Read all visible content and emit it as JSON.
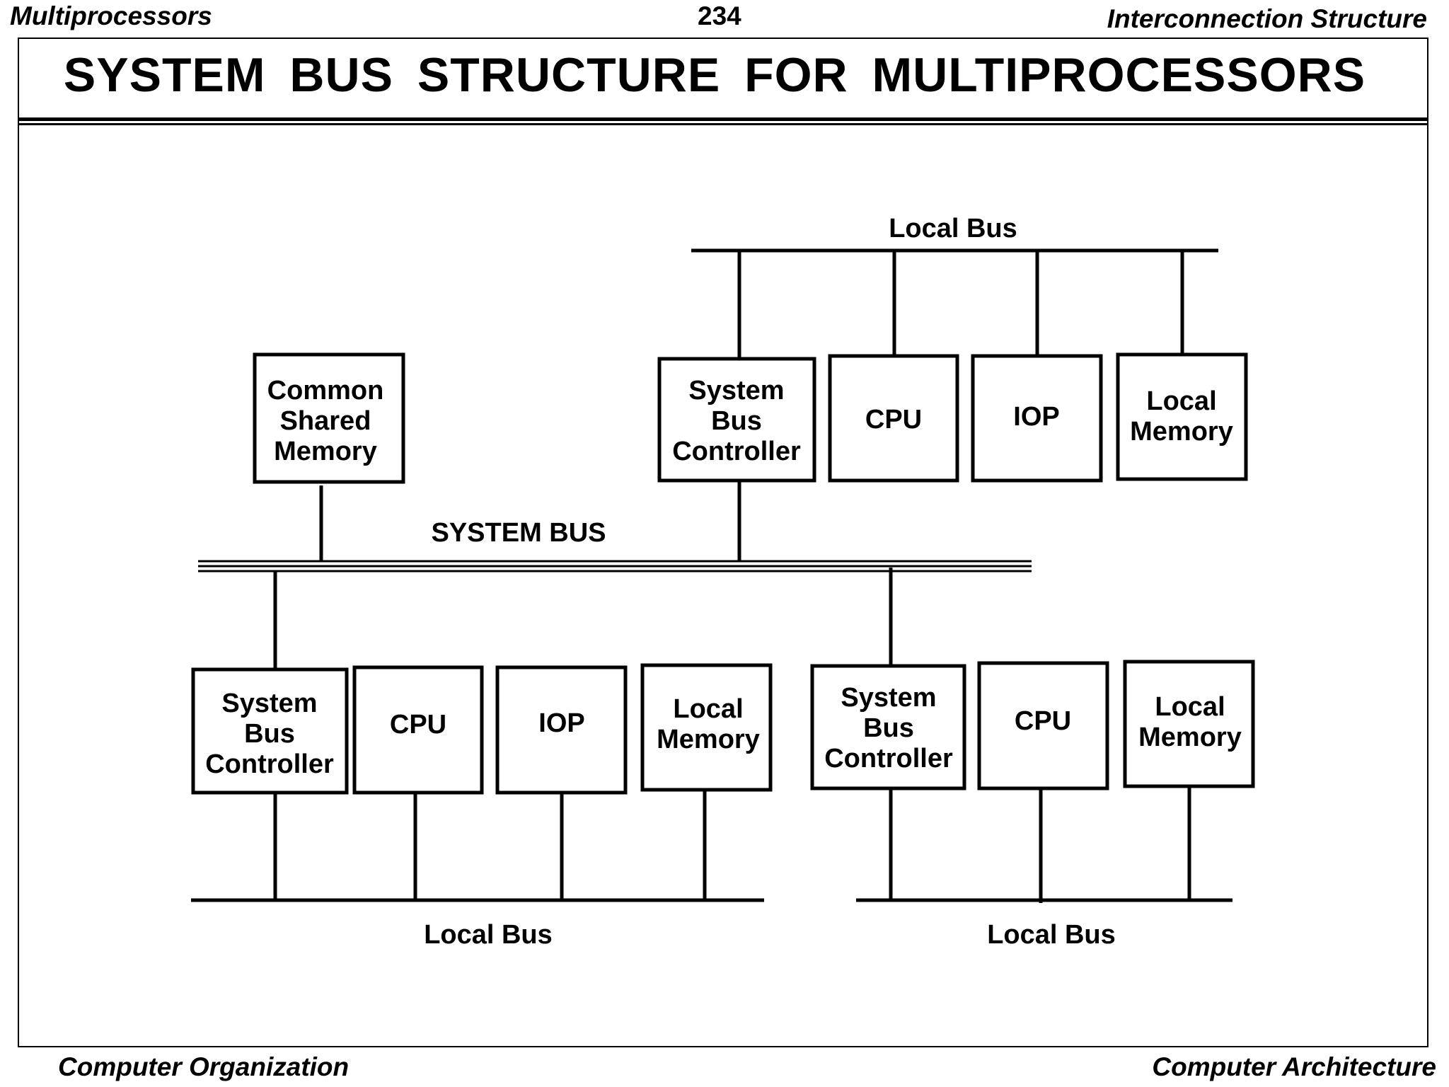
{
  "header": {
    "left": "Multiprocessors",
    "page_number": "234",
    "right": "Interconnection Structure"
  },
  "title": "SYSTEM  BUS  STRUCTURE  FOR  MULTIPROCESSORS",
  "diagram": {
    "system_bus_label": "SYSTEM BUS",
    "local_bus_top_label": "Local Bus",
    "local_bus_bottom_left_label": "Local Bus",
    "local_bus_bottom_right_label": "Local Bus",
    "common_memory": [
      "Common",
      "Shared",
      "Memory"
    ],
    "top_group": {
      "sbc": [
        "System",
        "Bus",
        "Controller"
      ],
      "cpu": [
        "CPU"
      ],
      "iop": [
        "IOP"
      ],
      "local_memory": [
        "Local",
        "Memory"
      ]
    },
    "bottom_left_group": {
      "sbc": [
        "System",
        "Bus",
        "Controller"
      ],
      "cpu": [
        "CPU"
      ],
      "iop": [
        "IOP"
      ],
      "local_memory": [
        "Local",
        "Memory"
      ]
    },
    "bottom_right_group": {
      "sbc": [
        "System",
        "Bus",
        "Controller"
      ],
      "cpu": [
        "CPU"
      ],
      "local_memory": [
        "Local",
        "Memory"
      ]
    }
  },
  "footer": {
    "left": "Computer Organization",
    "right": "Computer Architecture"
  }
}
